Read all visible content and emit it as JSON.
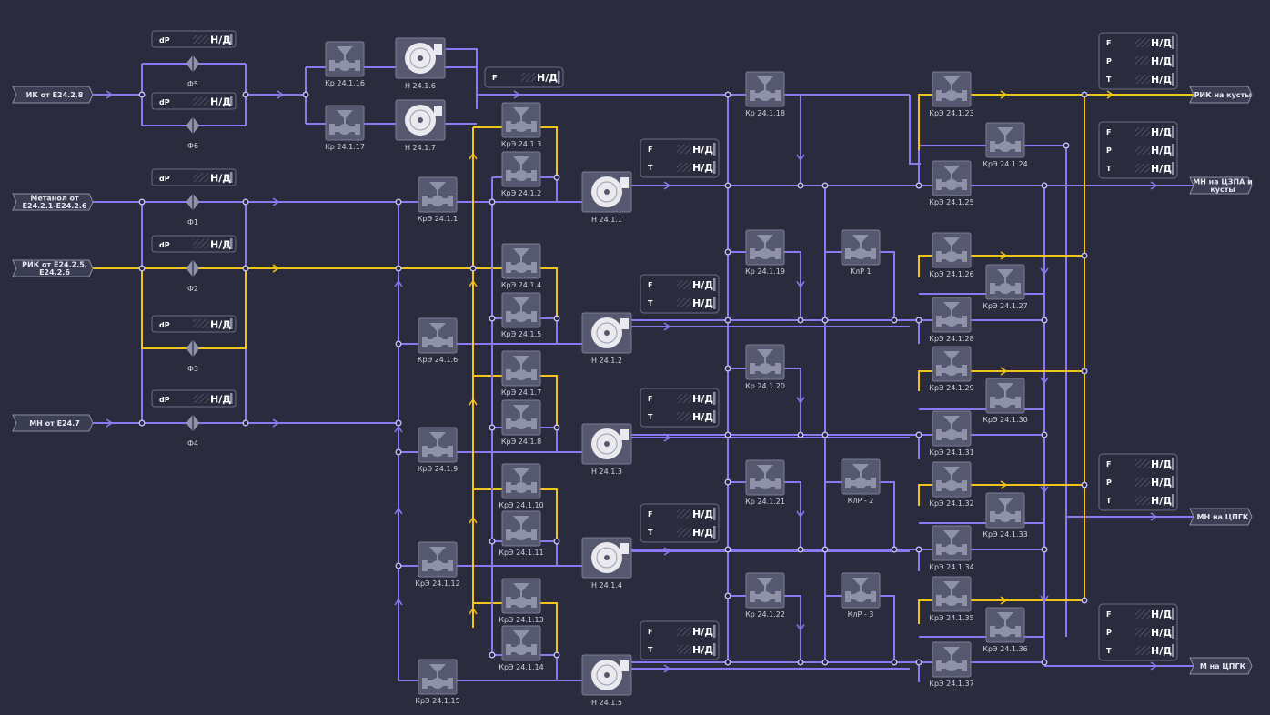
{
  "colors": {
    "background": "#2a2c3d",
    "purple_line": "#8c78f0",
    "yellow_line": "#f2c31a",
    "device_fill": "#55586e",
    "device_stroke": "#7b7e96",
    "readout_stroke": "#6b6e85"
  },
  "inputs": {
    "ik": "ИК от Е24.2.8",
    "methanol_1": "Метанол от",
    "methanol_2": "Е24.2.1-Е24.2.6",
    "rik_1": "РИК от Е24.2.5,",
    "rik_2": "Е24.2.6",
    "mn": "МН от Е24.7"
  },
  "outputs": {
    "rik": "РИК на кусты",
    "mn_czpa_1": "МН на ЦЗПА и",
    "mn_czpa_2": "кусты",
    "mn_cpgk": "МН на ЦПГК",
    "m_cpgk": "М на ЦПГК"
  },
  "filters": [
    "Ф5",
    "Ф6",
    "Ф1",
    "Ф2",
    "Ф3",
    "Ф4"
  ],
  "dp": {
    "key": "dP",
    "value": "Н/Д"
  },
  "readout": {
    "value": "Н/Д",
    "keys": {
      "f": "F",
      "t": "T",
      "p": "P"
    }
  },
  "valves_left": [
    "Кр 24.1.16",
    "Кр 24.1.17"
  ],
  "pumps_top": [
    "Н 24.1.6",
    "Н 24.1.7"
  ],
  "valves_col1": [
    "КрЭ 24.1.1",
    "КрЭ 24.1.6",
    "КрЭ 24.1.9",
    "КрЭ 24.1.12",
    "КрЭ 24.1.15"
  ],
  "valves_col2": [
    "КрЭ 24.1.3",
    "КрЭ 24.1.2",
    "КрЭ 24.1.4",
    "КрЭ 24.1.5",
    "КрЭ 24.1.7",
    "КрЭ 24.1.8",
    "КрЭ 24.1.10",
    "КрЭ 24.1.11",
    "КрЭ 24.1.13",
    "КрЭ 24.1.14"
  ],
  "pumps_main": [
    "Н 24.1.1",
    "Н 24.1.2",
    "Н 24.1.3",
    "Н 24.1.4",
    "Н 24.1.5"
  ],
  "valves_col3": [
    "Кр 24.1.18",
    "Кр 24.1.19",
    "Кр 24.1.20",
    "Кр 24.1.21",
    "Кр 24.1.22"
  ],
  "valves_klr": [
    "КлР 1",
    "КлР - 2",
    "КлР - 3"
  ],
  "valves_col4": [
    "КрЭ 24.1.23",
    "КрЭ 24.1.25",
    "КрЭ 24.1.26",
    "КрЭ 24.1.28",
    "КрЭ 24.1.29",
    "КрЭ 24.1.31",
    "КрЭ 24.1.32",
    "КрЭ 24.1.34",
    "КрЭ 24.1.35",
    "КрЭ 24.1.37"
  ],
  "valves_col5": [
    "КрЭ 24.1.24",
    "КрЭ 24.1.27",
    "КрЭ 24.1.30",
    "КрЭ 24.1.33",
    "КрЭ 24.1.36"
  ]
}
